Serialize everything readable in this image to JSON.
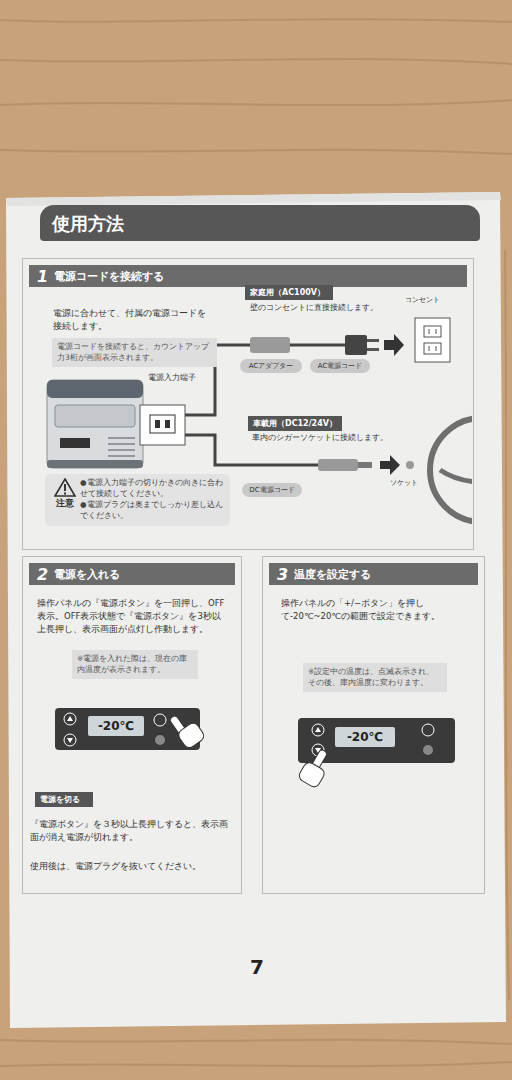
{
  "diagram": {
    "title": "使用方法",
    "nodes": [
      {
        "text": [
          "1",
          "電源コードを接続する",
          "電源に合わせて、付属の電源コードを接続します。"
        ]
      },
      {
        "text": [
          "電源コードを接続すると、カウントアップ力3桁が画面表示されます。"
        ],
        "in": 0
      },
      {
        "text": [
          "家庭用（AC100V）"
        ],
        "in": 0
      },
      {
        "text": [
          "ACアダプター"
        ],
        "in": 0
      },
      {
        "text": [
          "AC電源コード"
        ],
        "in": 0
      },
      {
        "text": [
          "車載用（DC12/24V）"
        ],
        "in": 0
      },
      {
        "text": [
          "DC電源コード"
        ],
        "in": 0
      },
      {
        "text": [
          "注意",
          "●電源入力端子の切りかきの向きに合わせて接続してください。",
          "●電源プラグは奥までしっかり差し込んでください。"
        ],
        "in": 0
      },
      {
        "text": [
          "2",
          "電源を入れる",
          "操作パネルの『電源ボタン』を一回押し、OFF表示。OFF表示状態で『電源ボタン』を3秒以上長押し、表示画面が点灯し作動します。"
        ]
      },
      {
        "text": [
          "※電源を入れた際は、現在の庫内温度が表示されます。"
        ],
        "in": 8
      },
      {
        "text": [
          "-20℃"
        ],
        "in": 8
      },
      {
        "text": [
          "電源を切る"
        ],
        "in": 8
      },
      {
        "text": [
          "3",
          "温度を設定する",
          "操作パネルの「+/−ボタン」を押して-20℃~20℃の範囲で設定できます。"
        ]
      },
      {
        "text": [
          "※設定中の温度は、点滅表示され、その後、庫内温度に変わります。"
        ],
        "in": 12
      },
      {
        "text": [
          "-20℃"
        ],
        "in": 12
      }
    ],
    "labels": [
      "電源入力端子",
      "壁のコンセントに直接接続します。",
      "コンセント",
      "車内のシガーソケットに接続します。",
      "ソケット",
      "『電源ボタン』を３秒以上長押しすると、表示画面が消え電源が切れます。",
      "使用後は、電源プラグを抜いてください。",
      "7"
    ]
  }
}
